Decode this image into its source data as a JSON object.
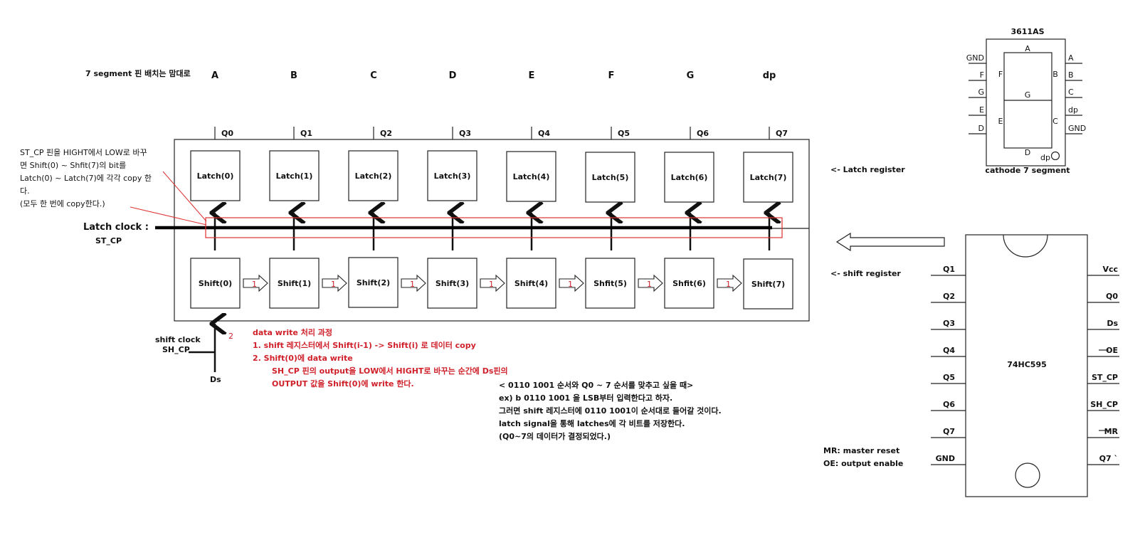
{
  "top_labels": {
    "segment_note": "7 segment 핀 배치는 맘대로",
    "segments": [
      "A",
      "B",
      "C",
      "D",
      "E",
      "F",
      "G",
      "dp"
    ],
    "outputs": [
      "Q0",
      "Q1",
      "Q2",
      "Q3",
      "Q4",
      "Q5",
      "Q6",
      "Q7"
    ]
  },
  "latches": [
    "Latch(0)",
    "Latch(1)",
    "Latch(2)",
    "Latch(3)",
    "Latch(4)",
    "Latch(5)",
    "Latch(6)",
    "Latch(7)"
  ],
  "shifts": [
    "Shift(0)",
    "Shift(1)",
    "Shift(2)",
    "Shift(3)",
    "Shift(4)",
    "Shfit(5)",
    "Shfit(6)",
    "Shift(7)"
  ],
  "arrow_numbers": [
    "1",
    "1",
    "1",
    "1",
    "1",
    "1",
    "1"
  ],
  "register_labels": {
    "latch": "<- Latch register",
    "shift": "<- shift register"
  },
  "latch_note": [
    "ST_CP 핀을 HIGHT에서 LOW로 바꾸",
    "면 Shift(0) ~ Shfit(7)의 bit를",
    "Latch(0) ~ Latch(7)에 각각 copy 한",
    "다.",
    "(모두 한 번에 copy한다.)"
  ],
  "latch_clock": {
    "title": "Latch clock :",
    "pin": "ST_CP"
  },
  "shift_clock": {
    "title": "shift clock",
    "pin": "SH_CP",
    "data_pin": "Ds",
    "number": "2"
  },
  "write_process": [
    "data write 처리 과정",
    "1. shift 레지스터에서  Shift(i-1) ->  Shift(i) 로 데이터 copy",
    "2.  Shift(0)에 data write",
    "SH_CP 핀의 output을 LOW에서 HIGHT로 바꾸는 순간에 Ds핀의",
    "OUTPUT 값을  Shift(0)에 write 한다."
  ],
  "example_notes": [
    "< 0110 1001 순서와 Q0 ~ 7 순서를 맞추고 싶을 때>",
    "ex) b 0110 1001 을 LSB부터 입력한다고 하자.",
    "그러면 shift 레지스터에 0110 1001이 순서대로 들어갈 것이다.",
    "latch signal을 통해 latches에 각 비트를 저장한다.",
    "(Q0~7의 데이터가 결정되었다.)"
  ],
  "seven_segment": {
    "title": "3611AS",
    "caption": "cathode 7 segment",
    "left_pins": [
      "GND",
      "F",
      "G",
      "E",
      "D"
    ],
    "right_pins": [
      "A",
      "B",
      "C",
      "dp",
      "GND"
    ],
    "segments": {
      "a": "A",
      "b": "B",
      "c": "C",
      "d": "D",
      "e": "E",
      "f": "F",
      "g": "G",
      "dp": "dp"
    }
  },
  "chip": {
    "name": "74HC595",
    "left_pins": [
      "Q1",
      "Q2",
      "Q3",
      "Q4",
      "Q5",
      "Q6",
      "Q7",
      "GND"
    ],
    "right_pins": [
      "Vcc",
      "Q0",
      "Ds",
      "OE",
      "ST_CP",
      "SH_CP",
      "MR",
      "Q7 `"
    ]
  },
  "legend": [
    "MR: master reset",
    "OE:  output enable"
  ],
  "colors": {
    "line": "#222222",
    "accent_red": "#d0202a"
  }
}
